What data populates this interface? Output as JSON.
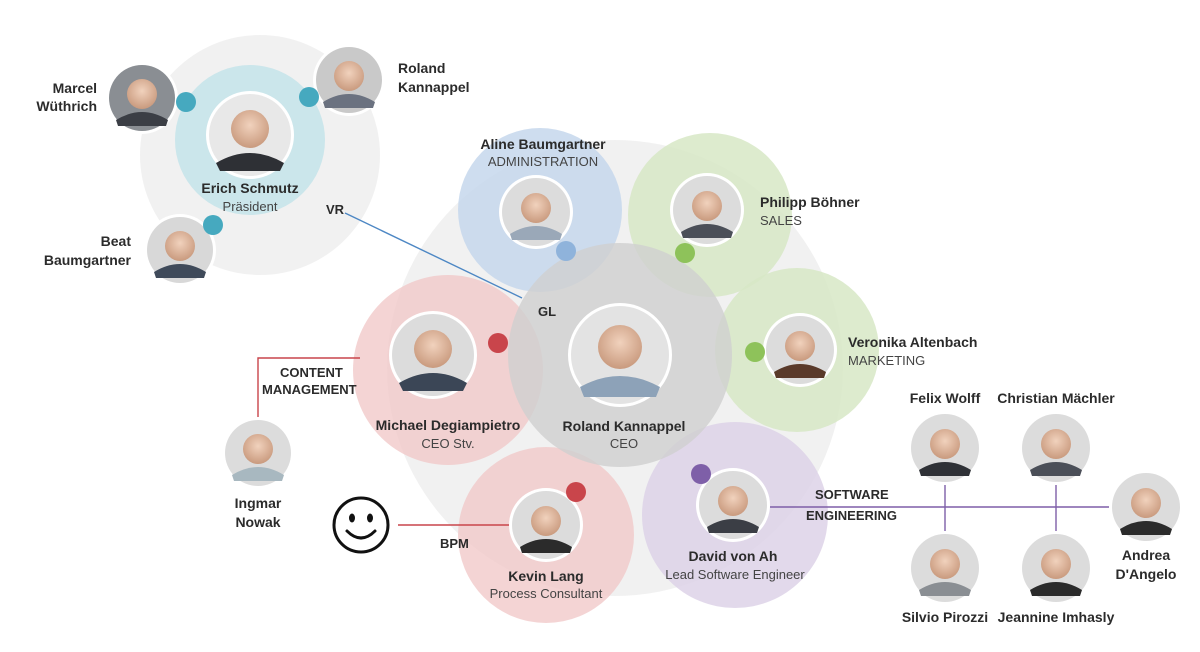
{
  "colors": {
    "vr": "#46a9bf",
    "admin": "#8fb3db",
    "sales": "#8ec25a",
    "marketing": "#8ec25a",
    "content": "#c9454b",
    "bpm": "#c9454b",
    "software": "#7e5fa8",
    "vr_line": "#4d87c4"
  },
  "groups": {
    "vr": "VR",
    "gl": "GL",
    "content": [
      "CONTENT",
      "MANAGEMENT"
    ],
    "bpm": "BPM",
    "software": [
      "SOFTWARE",
      "ENGINEERING"
    ]
  },
  "people": {
    "marcel": {
      "name": [
        "Marcel",
        "Wüthrich"
      ]
    },
    "roland_vr": {
      "name": [
        "Roland",
        "Kannappel"
      ]
    },
    "erich": {
      "name": [
        "Erich Schmutz"
      ],
      "role": "Präsident"
    },
    "beat": {
      "name": [
        "Beat",
        "Baumgartner"
      ]
    },
    "aline": {
      "name": [
        "Aline Baumgartner"
      ],
      "role": "ADMINISTRATION"
    },
    "philipp": {
      "name": [
        "Philipp Böhner"
      ],
      "role": "SALES"
    },
    "veronika": {
      "name": [
        "Veronika Altenbach"
      ],
      "role": "MARKETING"
    },
    "michael": {
      "name": [
        "Michael Degiampietro"
      ],
      "role": "CEO Stv."
    },
    "roland_ceo": {
      "name": [
        "Roland Kannappel"
      ],
      "role": "CEO"
    },
    "ingmar": {
      "name": [
        "Ingmar",
        "Nowak"
      ]
    },
    "kevin": {
      "name": [
        "Kevin Lang"
      ],
      "role": "Process Consultant"
    },
    "david": {
      "name": [
        "David von Ah"
      ],
      "role": "Lead Software Engineer"
    },
    "felix": {
      "name": [
        "Felix Wolff"
      ]
    },
    "christian": {
      "name": [
        "Christian Mächler"
      ]
    },
    "andrea": {
      "name": [
        "Andrea",
        "D'Angelo"
      ]
    },
    "silvio": {
      "name": [
        "Silvio Pirozzi"
      ]
    },
    "jeannine": {
      "name": [
        "Jeannine Imhasly"
      ]
    }
  },
  "icons": {
    "smiley": "smiley-face-icon"
  }
}
